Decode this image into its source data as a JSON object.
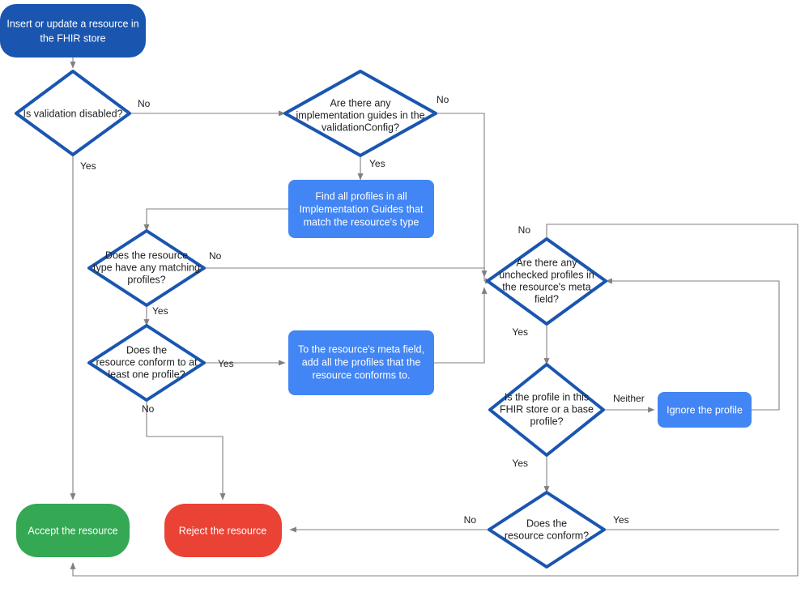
{
  "diagram": {
    "title": "FHIR store resource validation flow",
    "colors": {
      "dark_blue": "#1a56b0",
      "light_blue": "#4285f4",
      "green": "#34a853",
      "red": "#ea4335",
      "line_gray": "#808080",
      "text_dark": "#202124",
      "text_light": "#ffffff",
      "background": "#ffffff"
    },
    "nodes": [
      {
        "id": "start",
        "kind": "terminator",
        "color": "dark_blue",
        "lines": [
          "Insert or update a resource in",
          "the FHIR store"
        ]
      },
      {
        "id": "validation-disabled",
        "kind": "decision",
        "lines": [
          "Is validation disabled?"
        ]
      },
      {
        "id": "any-implementation-guides",
        "kind": "decision",
        "lines": [
          "Are there any",
          "implementation guides in the",
          "validationConfig?"
        ]
      },
      {
        "id": "find-all-profiles",
        "kind": "process",
        "color": "light_blue",
        "lines": [
          "Find all profiles in all",
          "Implementation Guides that",
          "match the resource's type"
        ]
      },
      {
        "id": "matching-profiles",
        "kind": "decision",
        "lines": [
          "Does the resource",
          "type have any matching",
          "profiles?"
        ]
      },
      {
        "id": "conform-at-least-one",
        "kind": "decision",
        "lines": [
          "Does the",
          "resource conform to at",
          "least one profile?"
        ]
      },
      {
        "id": "add-profiles-to-meta",
        "kind": "process",
        "color": "light_blue",
        "lines": [
          "To the resource's meta field,",
          "add all the profiles that the",
          "resource conforms to."
        ]
      },
      {
        "id": "unchecked-profiles",
        "kind": "decision",
        "lines": [
          "Are there any",
          "unchecked profiles in",
          "the resource's meta",
          "field?"
        ]
      },
      {
        "id": "profile-in-store-or-base",
        "kind": "decision",
        "lines": [
          "Is the profile in this",
          "FHIR store or a base",
          "profile?"
        ]
      },
      {
        "id": "ignore-the-profile",
        "kind": "process",
        "color": "light_blue",
        "lines": [
          "Ignore the profile"
        ]
      },
      {
        "id": "does-resource-conform",
        "kind": "decision",
        "lines": [
          "Does the",
          "resource conform?"
        ]
      },
      {
        "id": "accept-the-resource",
        "kind": "terminator",
        "color": "green",
        "lines": [
          "Accept the resource"
        ]
      },
      {
        "id": "reject-the-resource",
        "kind": "terminator",
        "color": "red",
        "lines": [
          "Reject the resource"
        ]
      }
    ],
    "edge_labels": {
      "validation_no": "No",
      "validation_yes": "Yes",
      "guides_no": "No",
      "guides_yes": "Yes",
      "matching_no": "No",
      "matching_yes": "Yes",
      "conform_one_yes": "Yes",
      "conform_one_no": "No",
      "unchecked_no": "No",
      "unchecked_yes": "Yes",
      "profile_neither": "Neither",
      "profile_yes": "Yes",
      "conform_no": "No",
      "conform_yes": "Yes"
    }
  }
}
